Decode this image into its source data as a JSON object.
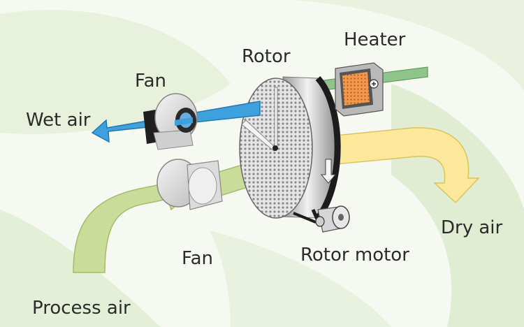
{
  "diagram": {
    "labels": {
      "rotor": "Rotor",
      "heater": "Heater",
      "fan_top": "Fan",
      "wet_air": "Wet air",
      "dry_air": "Dry air",
      "fan_bottom": "Fan",
      "rotor_motor": "Rotor motor",
      "process_air": "Process air"
    },
    "colors": {
      "background_leaf": "#e3efd6",
      "process_air": "#c9dc9a",
      "dry_air": "#fbe89a",
      "wet_air": "#3ea0dc",
      "reactivation_air": "#8fc58a",
      "heater": "#e8812c",
      "rotor_face": "#cfcfcf",
      "rotor_rim": "#1c1c1c"
    },
    "icons": {
      "heater_symbol": "plus-circle-icon"
    }
  }
}
